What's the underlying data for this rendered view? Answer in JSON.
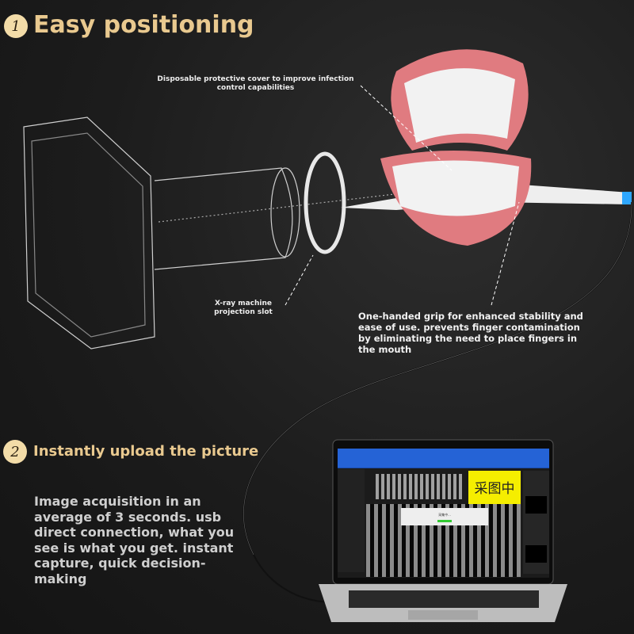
{
  "section1": {
    "number": "1",
    "title": "Easy positioning"
  },
  "callouts": {
    "cover": "Disposable protective cover to improve infection control capabilities",
    "slot": "X-ray machine projection slot",
    "grip": "One-handed grip for enhanced stability and ease of use. prevents finger contamination by eliminating the need to place fingers in the mouth"
  },
  "section2": {
    "number": "2",
    "title": "Instantly upload the picture",
    "body": "Image acquisition in an average of 3 seconds. usb direct connection, what you see is what you get. instant capture, quick decision-making"
  },
  "screen": {
    "capture_label": "采图中",
    "dialog_text": "采集中..."
  },
  "colors": {
    "accent": "#e9c98f",
    "app_blue": "#2563d6",
    "capture_yellow": "#f5ee00"
  }
}
